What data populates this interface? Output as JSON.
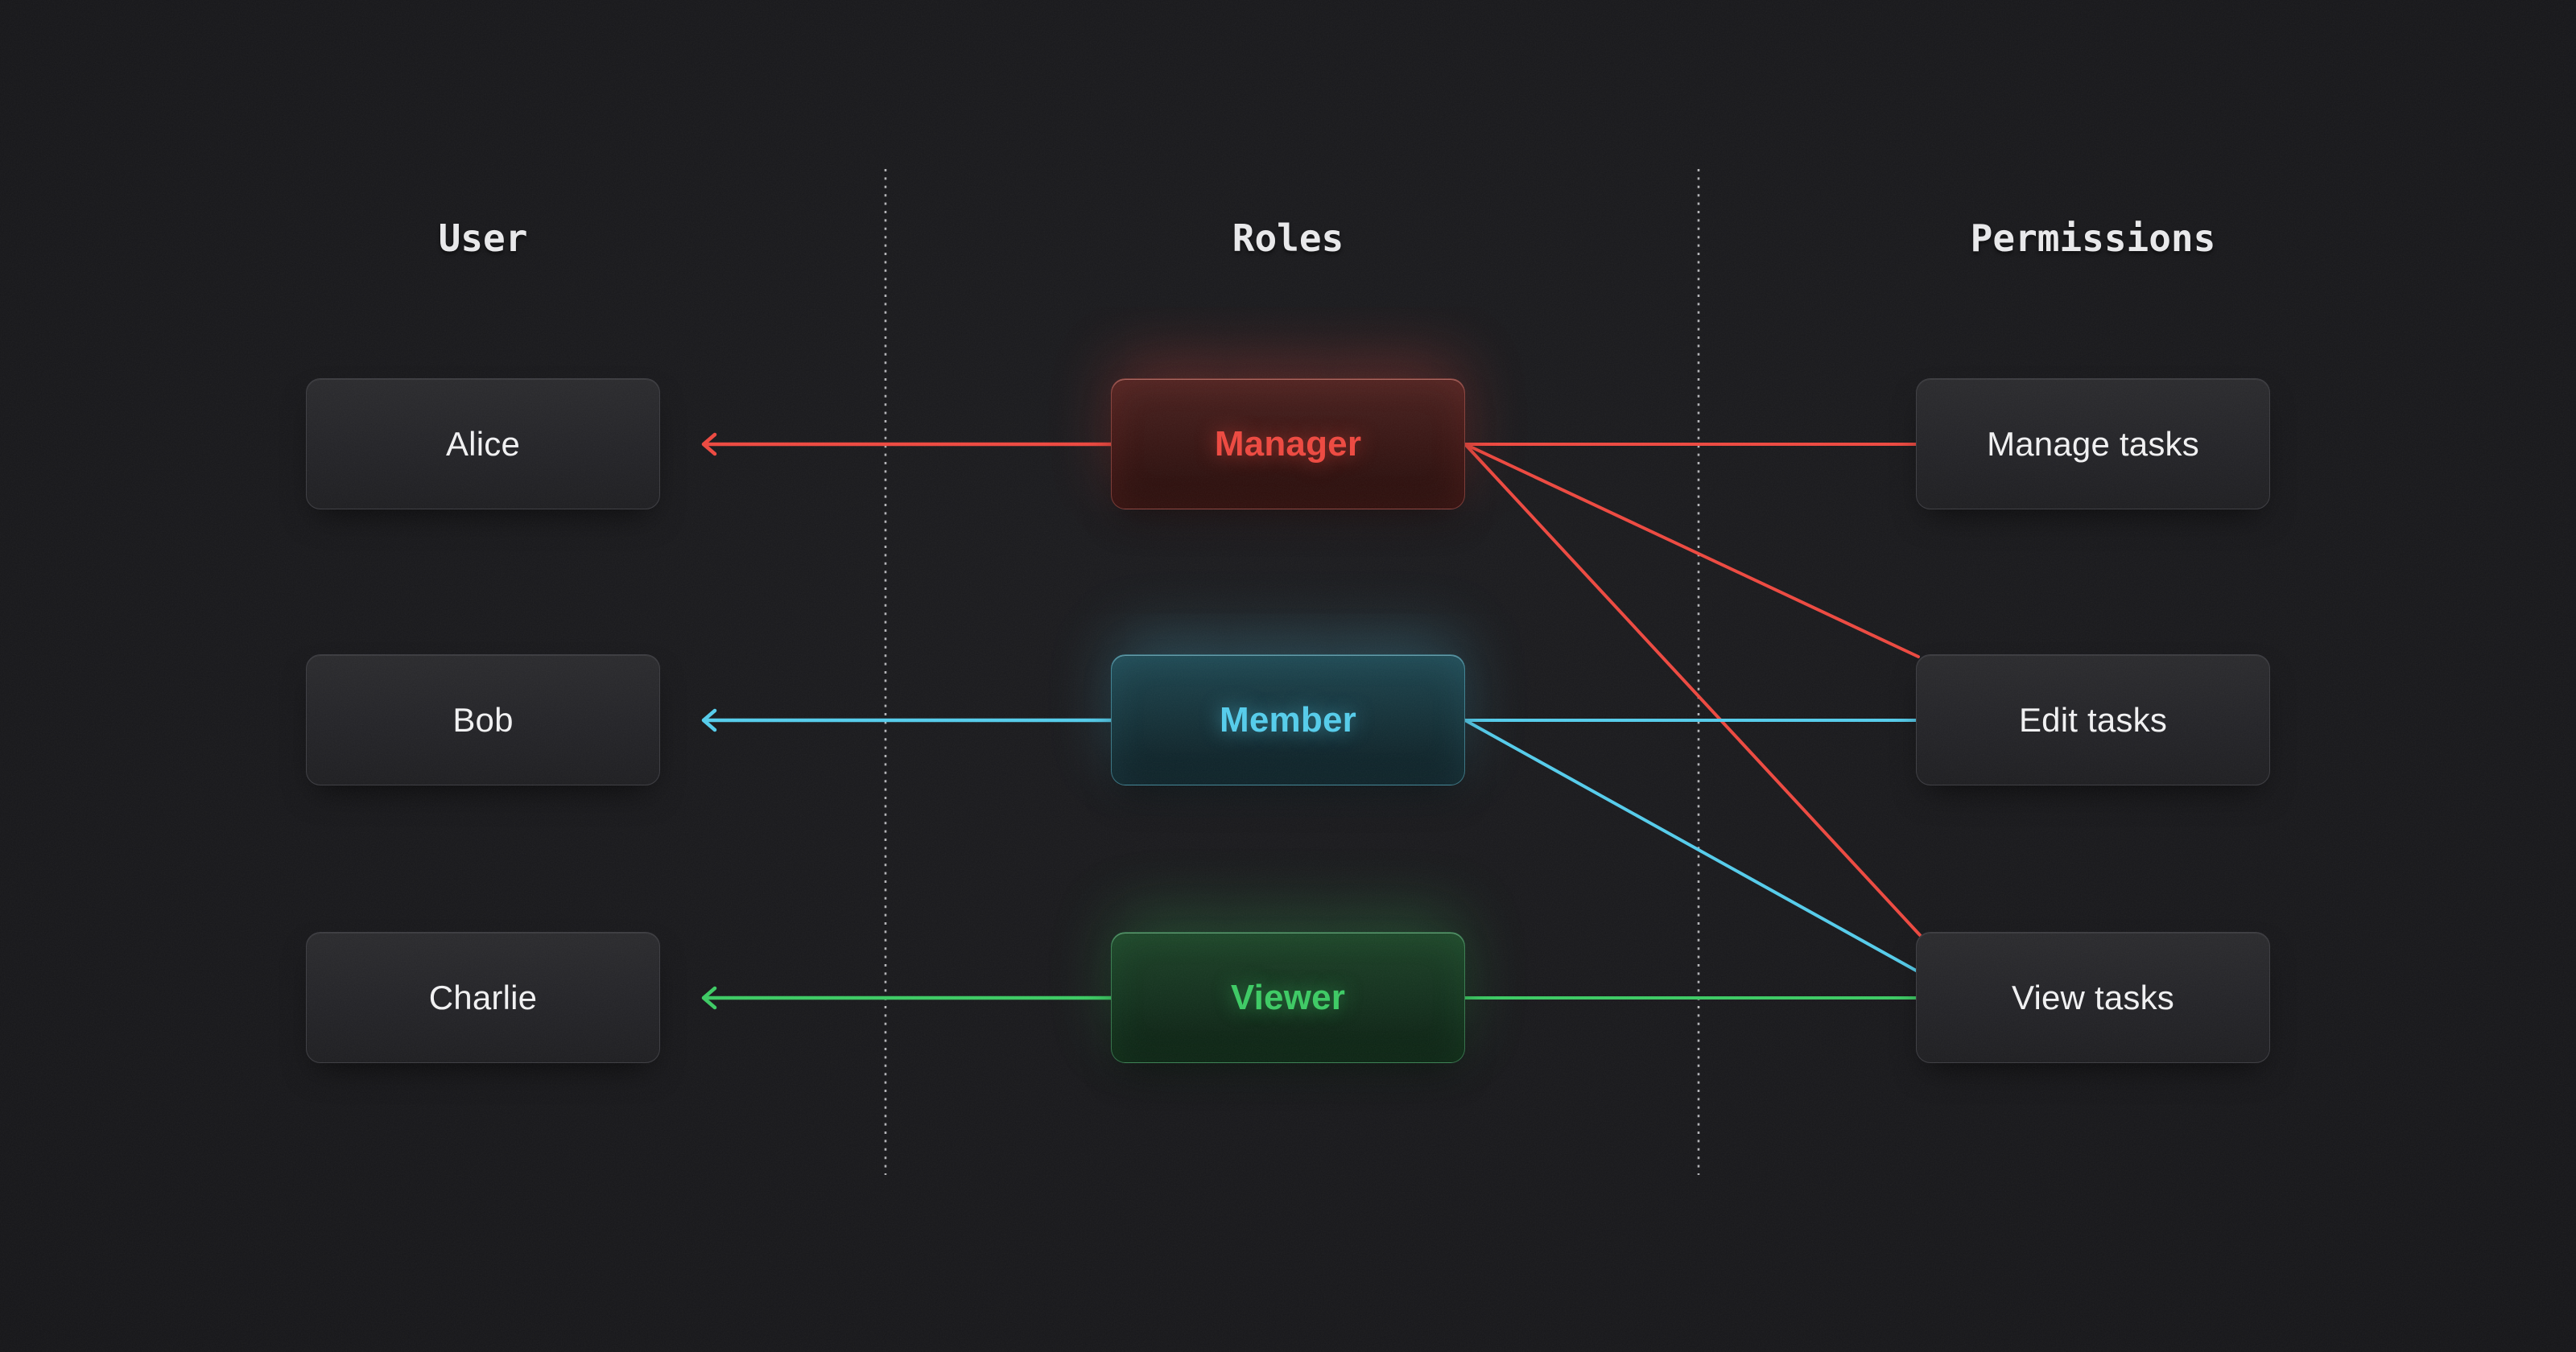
{
  "titles": {
    "user": "User",
    "roles": "Roles",
    "permissions": "Permissions"
  },
  "users": [
    {
      "label": "Alice"
    },
    {
      "label": "Bob"
    },
    {
      "label": "Charlie"
    }
  ],
  "roles": [
    {
      "label": "Manager",
      "color": "#ee4940"
    },
    {
      "label": "Member",
      "color": "#55cdec"
    },
    {
      "label": "Viewer",
      "color": "#3dcb64"
    }
  ],
  "permissions": [
    {
      "label": "Manage tasks"
    },
    {
      "label": "Edit tasks"
    },
    {
      "label": "View tasks"
    }
  ],
  "assignments": [
    {
      "role": "Manager",
      "user": "Alice"
    },
    {
      "role": "Member",
      "user": "Bob"
    },
    {
      "role": "Viewer",
      "user": "Charlie"
    }
  ],
  "grants": [
    {
      "role": "Manager",
      "permission": "Manage tasks"
    },
    {
      "role": "Manager",
      "permission": "Edit tasks"
    },
    {
      "role": "Manager",
      "permission": "View tasks"
    },
    {
      "role": "Member",
      "permission": "Edit tasks"
    },
    {
      "role": "Member",
      "permission": "View tasks"
    },
    {
      "role": "Viewer",
      "permission": "View tasks"
    }
  ],
  "colors": {
    "red": "#ee4940",
    "cyan": "#55cdec",
    "green": "#3dcb64",
    "box_text": "#f2f2f3",
    "title_text": "#eaeaec",
    "dotted": "#cfcfd3",
    "background": "#17171a"
  }
}
